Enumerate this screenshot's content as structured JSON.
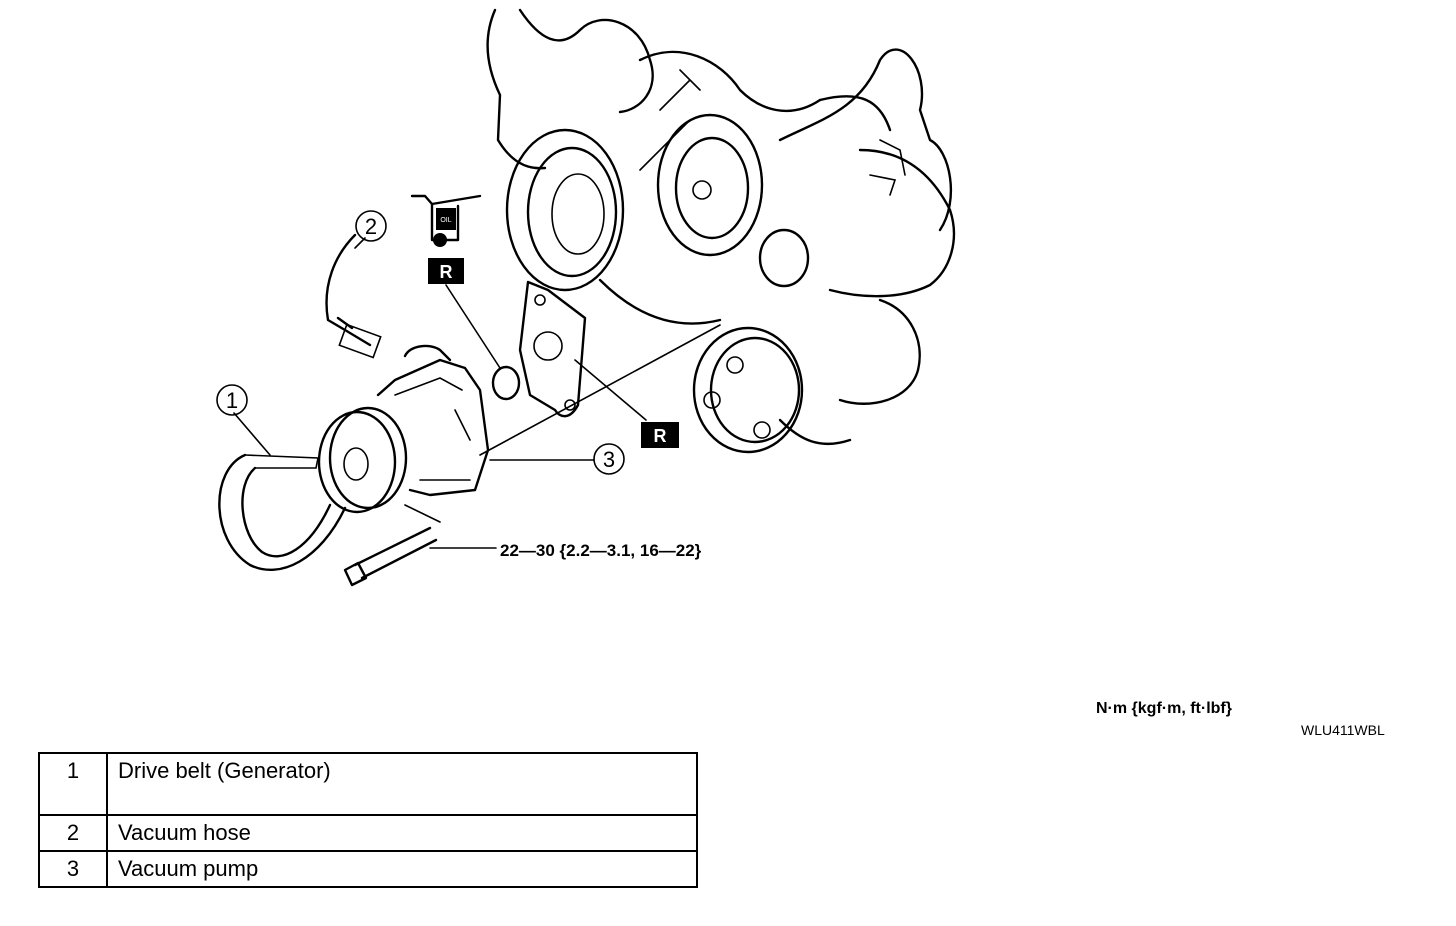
{
  "diagram": {
    "callouts": [
      "1",
      "2",
      "3"
    ],
    "torque_spec": "22—30 {2.2—3.1, 16—22}",
    "replace_mark": "R",
    "oil_mark": "OIL"
  },
  "unit_note": "N·m {kgf·m, ft·lbf}",
  "figure_code": "WLU411WBL",
  "legend": [
    {
      "number": "1",
      "part": "Drive belt (Generator)"
    },
    {
      "number": "2",
      "part": "Vacuum hose"
    },
    {
      "number": "3",
      "part": "Vacuum pump"
    }
  ]
}
